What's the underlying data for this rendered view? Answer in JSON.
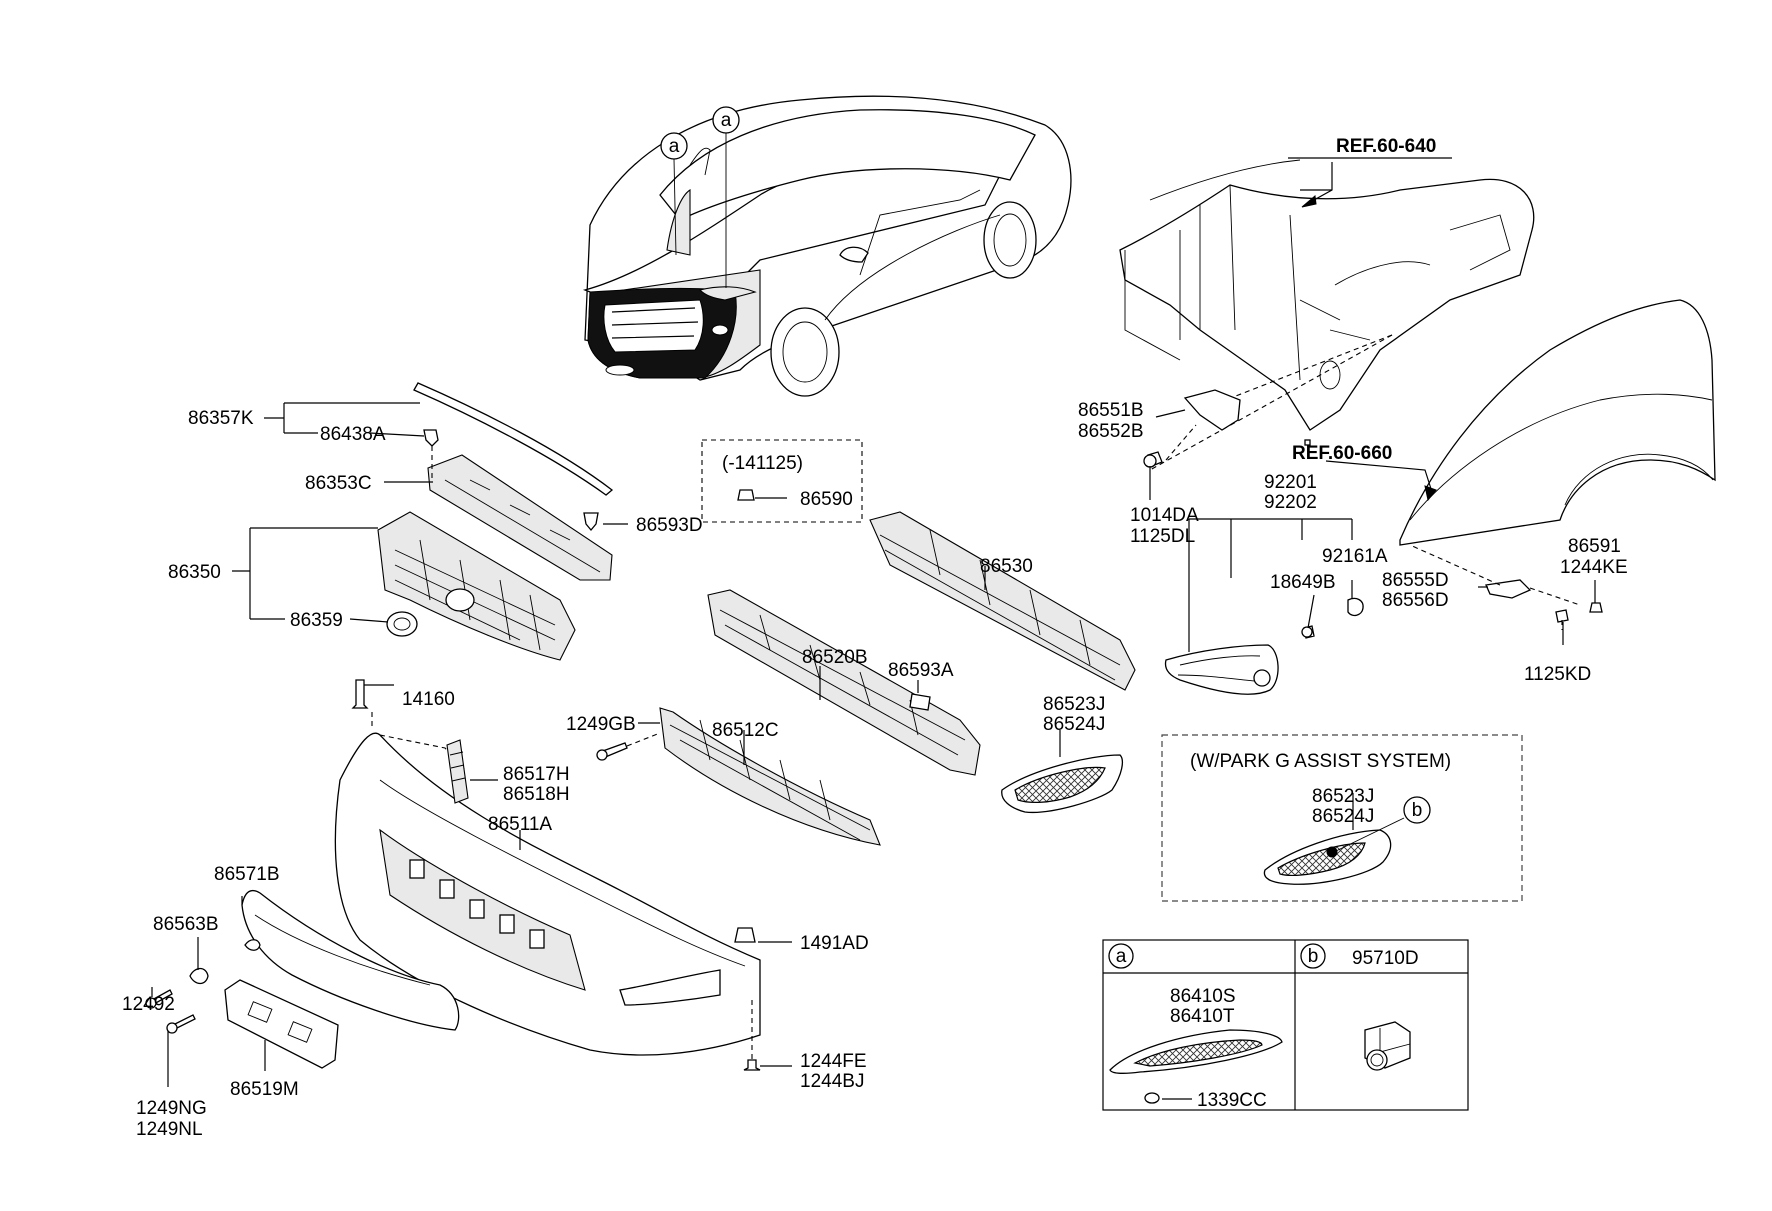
{
  "labels": {
    "p86357K": "86357K",
    "p86438A": "86438A",
    "p86353C": "86353C",
    "p86593D": "86593D",
    "p86350": "86350",
    "p86359": "86359",
    "p14160": "14160",
    "p1249GB": "1249GB",
    "p86512C": "86512C",
    "p86517H": "86517H",
    "p86518H": "86518H",
    "p86511A": "86511A",
    "p86571B": "86571B",
    "p86563B": "86563B",
    "p12492": "12492",
    "p1249NG": "1249NG",
    "p1249NL": "1249NL",
    "p86519M": "86519M",
    "p1491AD": "1491AD",
    "p1244FE": "1244FE",
    "p1244BJ": "1244BJ",
    "variant_code": "(-141125)",
    "p86590": "86590",
    "p86530": "86530",
    "p86520B": "86520B",
    "p86593A": "86593A",
    "p86523J": "86523J",
    "p86524J": "86524J",
    "ref_60_640": "REF.60-640",
    "ref_60_660": "REF.60-660",
    "p86551B": "86551B",
    "p86552B": "86552B",
    "p1014DA": "1014DA",
    "p1125DL": "1125DL",
    "p92201": "92201",
    "p92202": "92202",
    "p92161A": "92161A",
    "p18649B": "18649B",
    "p86591": "86591",
    "p1244KE": "1244KE",
    "p86555D": "86555D",
    "p86556D": "86556D",
    "p1125KD": "1125KD",
    "park_assist_title": "(W/PARK G ASSIST SYSTEM)",
    "park_86523J": "86523J",
    "park_86524J": "86524J",
    "callout_a": "a",
    "callout_b": "b",
    "table_a": "a",
    "table_b": "b",
    "p86410S": "86410S",
    "p86410T": "86410T",
    "p1339CC": "1339CC",
    "p95710D": "95710D"
  }
}
